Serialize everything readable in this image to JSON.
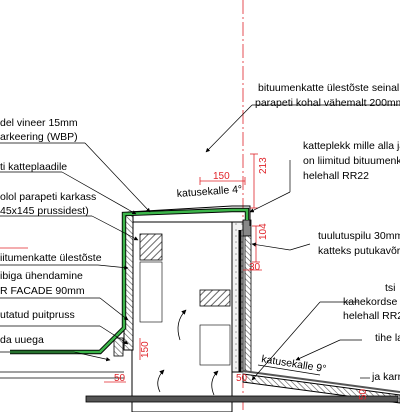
{
  "labels": {
    "plywood": [
      "del vineer 15mm",
      "arkeering (WBP)"
    ],
    "roof_plate_suffix": "ti katteplaadile",
    "parapet_frame": [
      "olol parapeti karkass",
      "45x145 prussidest)"
    ],
    "bitumen_raise": "iitumenkatte ülestõste",
    "facade_joint": [
      "ibiga ühendamine",
      "R FACADE 90mm"
    ],
    "battens": "utatud puitpruss",
    "to_new": "da uuega",
    "bitumen_wall": [
      "bituumenkatte ülestõste seinal",
      "parapeti kohal vähemalt 200mm"
    ],
    "flashing": [
      "katteplekk mille alla ja",
      "on liimitud bituumenka",
      "helehall RR22"
    ],
    "vent_strip": [
      "tuulutuspilu 30mm",
      "katteks putukavõrk"
    ],
    "double_fold": [
      "tsi",
      "kahekordse v",
      "helehall RR2"
    ],
    "thin_lath": "tihe la",
    "and_roof": "ja karr"
  },
  "dimensions": {
    "d150": "150",
    "d213": "213",
    "d104": "104",
    "d30": "30",
    "d150b": "150",
    "d50a": "50",
    "d50b": "50",
    "d50c": "50"
  },
  "slopes": {
    "upper": "katusekalle 4°",
    "lower": "katusekalle 9°"
  },
  "colors": {
    "line": "#000000",
    "dimension": "#e0242a",
    "membrane": "#3cb54a",
    "hatch": "#444444",
    "axis": "#e0242a"
  }
}
